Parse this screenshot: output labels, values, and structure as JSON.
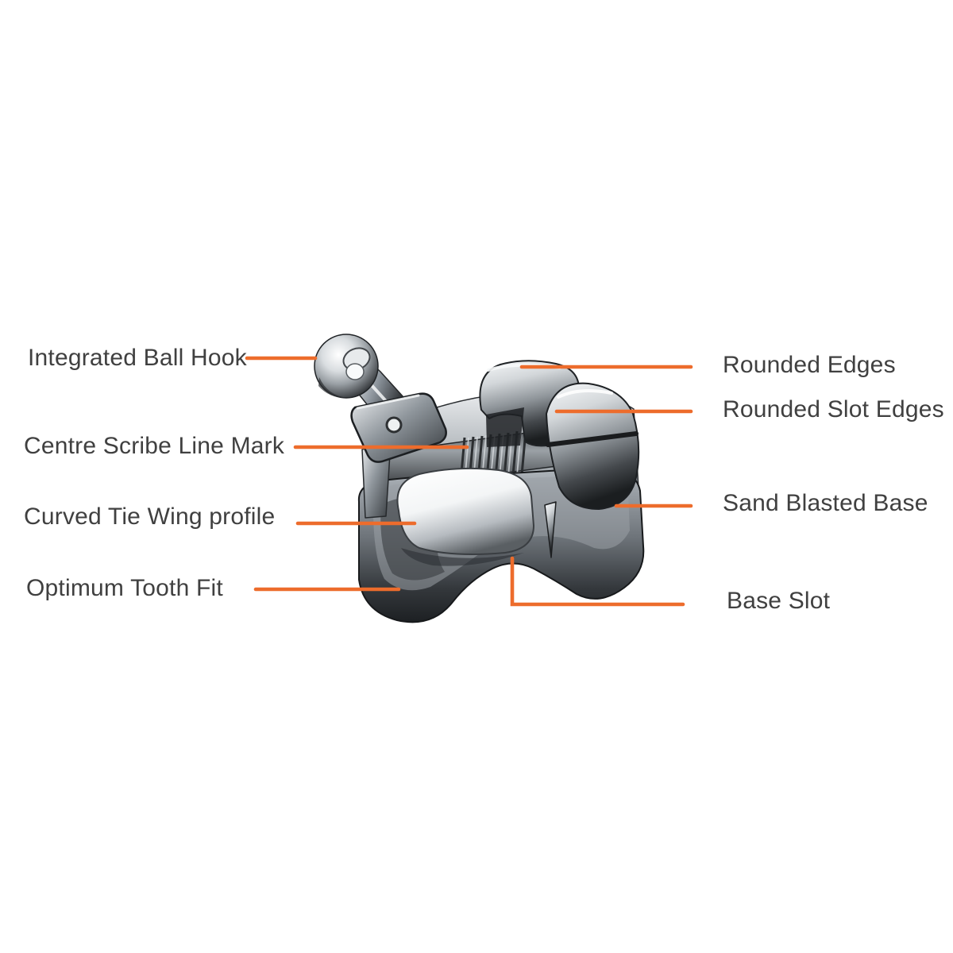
{
  "diagram": {
    "accent_color": "#ED6C2C",
    "text_color": "#404040",
    "illustration": "orthodontic-metal-bracket",
    "labels": [
      {
        "id": "integrated-ball-hook",
        "text": "Integrated Ball Hook",
        "side": "left"
      },
      {
        "id": "centre-scribe-line-mark",
        "text": "Centre Scribe Line Mark",
        "side": "left"
      },
      {
        "id": "curved-tie-wing-profile",
        "text": "Curved Tie Wing profile",
        "side": "left"
      },
      {
        "id": "optimum-tooth-fit",
        "text": "Optimum Tooth Fit",
        "side": "left"
      },
      {
        "id": "rounded-edges",
        "text": "Rounded Edges",
        "side": "right"
      },
      {
        "id": "rounded-slot-edges",
        "text": "Rounded Slot Edges",
        "side": "right"
      },
      {
        "id": "sand-blasted-base",
        "text": "Sand Blasted Base",
        "side": "right"
      },
      {
        "id": "base-slot",
        "text": "Base Slot",
        "side": "right"
      }
    ]
  }
}
